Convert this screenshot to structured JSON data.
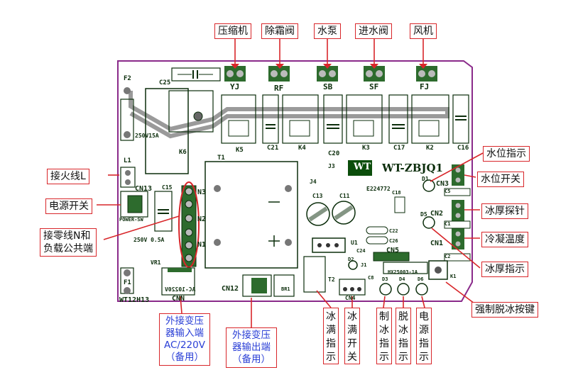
{
  "top_labels": {
    "compressor": "压缩机",
    "defrost_valve": "除霜阀",
    "pump": "水泵",
    "inlet_valve": "进水阀",
    "fan": "风机"
  },
  "left_labels": {
    "live_wire": "接火线L",
    "power_switch": "电源开关",
    "neutral_line1": "接零线N和",
    "neutral_line2": "负载公共端"
  },
  "right_labels": {
    "water_level_indicator": "水位指示",
    "water_level_switch": "水位开关",
    "ice_thickness_probe": "冰厚探针",
    "condenser_temp": "冷凝温度",
    "ice_thickness_indicator": "冰厚指示",
    "force_deice_button": "强制脱冰按键"
  },
  "bottom_labels": {
    "transformer_input1": "外接变压",
    "transformer_input2": "器输入端",
    "transformer_input3": "AC/220V",
    "transformer_input4": "（备用）",
    "transformer_output1": "外接变压",
    "transformer_output2": "器输出端",
    "transformer_output3": "（备用）",
    "ice_full_indicator": "冰满指示",
    "ice_full_switch": "冰满开关",
    "ice_making_indicator": "制冰指示",
    "deice_indicator": "脱冰指示",
    "power_indicator": "电源指示"
  },
  "board": {
    "model": "WT-ZBJQ1",
    "logo": "WT",
    "ul_number": "E224772",
    "pcb_code": "WT12H13",
    "relay_rating": "250V15A",
    "fuse_rating": "250V 0.5A",
    "power_sw": "POWER-SW",
    "chip": "HX25003-1A",
    "labels": {
      "F2": "F2",
      "C25": "C25",
      "YJ": "YJ",
      "RF": "RF",
      "SB": "SB",
      "SF": "SF",
      "FJ": "FJ",
      "K6": "K6",
      "K5": "K5",
      "C21": "C21",
      "K4": "K4",
      "C20": "C20",
      "K3": "K3",
      "C17": "C17",
      "K2": "K2",
      "C16": "C16",
      "L1": "L1",
      "T1": "T1",
      "CN13": "CN13",
      "C15": "C15",
      "N3": "N3",
      "N2": "N2",
      "N1": "N1",
      "J3": "J3",
      "J4": "J4",
      "C13": "C13",
      "C11": "C11",
      "C18": "C18",
      "D1": "D1",
      "CN3": "CN3",
      "C5": "C5",
      "D5": "D5",
      "CN2": "CN2",
      "C1": "C1",
      "CN1": "CN1",
      "C2": "C2",
      "C22": "C22",
      "C26": "C26",
      "C24": "C24",
      "CN5": "CN5",
      "U1": "U1",
      "VR1": "VR1",
      "F1": "F1",
      "D2": "D2",
      "J1": "J1",
      "T2": "T2",
      "C8": "C8",
      "D3": "D3",
      "D4": "D4",
      "D6": "D6",
      "K1": "K1",
      "CN12": "CN12",
      "BR1": "BR1",
      "CN4": "CN4",
      "CNN": "CNN",
      "transformer_mirror": "AC-10220V"
    }
  },
  "colors": {
    "board_fill": "#ffffff",
    "board_outline": "#8a2a8a",
    "silk_green": "#0b2d0b",
    "trace_gray": "#8c8c8c",
    "callout_red": "#d8262a",
    "blue_text": "#2a3fd6"
  }
}
